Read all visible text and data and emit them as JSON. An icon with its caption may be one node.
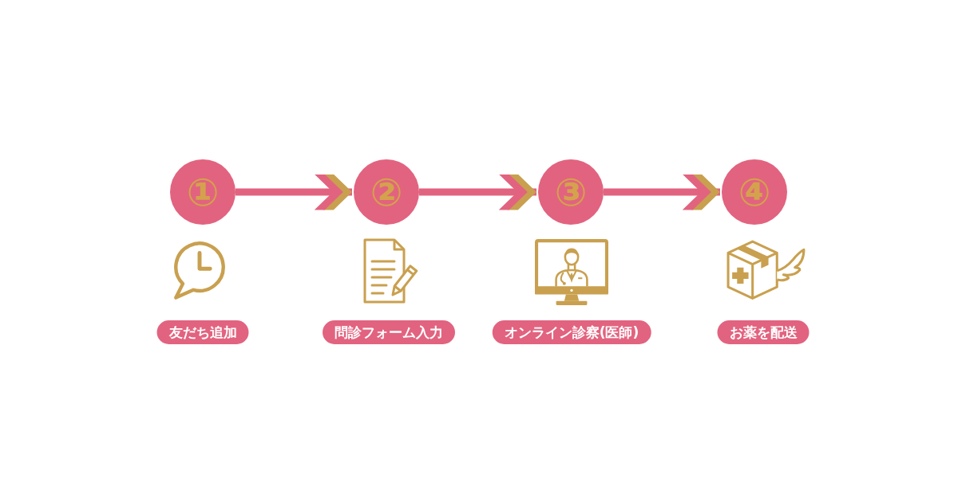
{
  "diagram": {
    "nodes": [
      {
        "text": [
          "①"
        ]
      },
      {
        "text": [
          "②"
        ]
      },
      {
        "text": [
          "③"
        ]
      },
      {
        "text": [
          "④"
        ]
      },
      {
        "text": [
          "友だち追加"
        ]
      },
      {
        "text": [
          "問診フォーム入力"
        ]
      },
      {
        "text": [
          "オンライン診察(医師)"
        ]
      },
      {
        "text": [
          "お薬を配送"
        ]
      }
    ],
    "edges": [
      {
        "from": 0,
        "to": 1,
        "arrow": "to"
      },
      {
        "from": 1,
        "to": 2,
        "arrow": "to"
      },
      {
        "from": 2,
        "to": 3,
        "arrow": "to"
      }
    ]
  }
}
